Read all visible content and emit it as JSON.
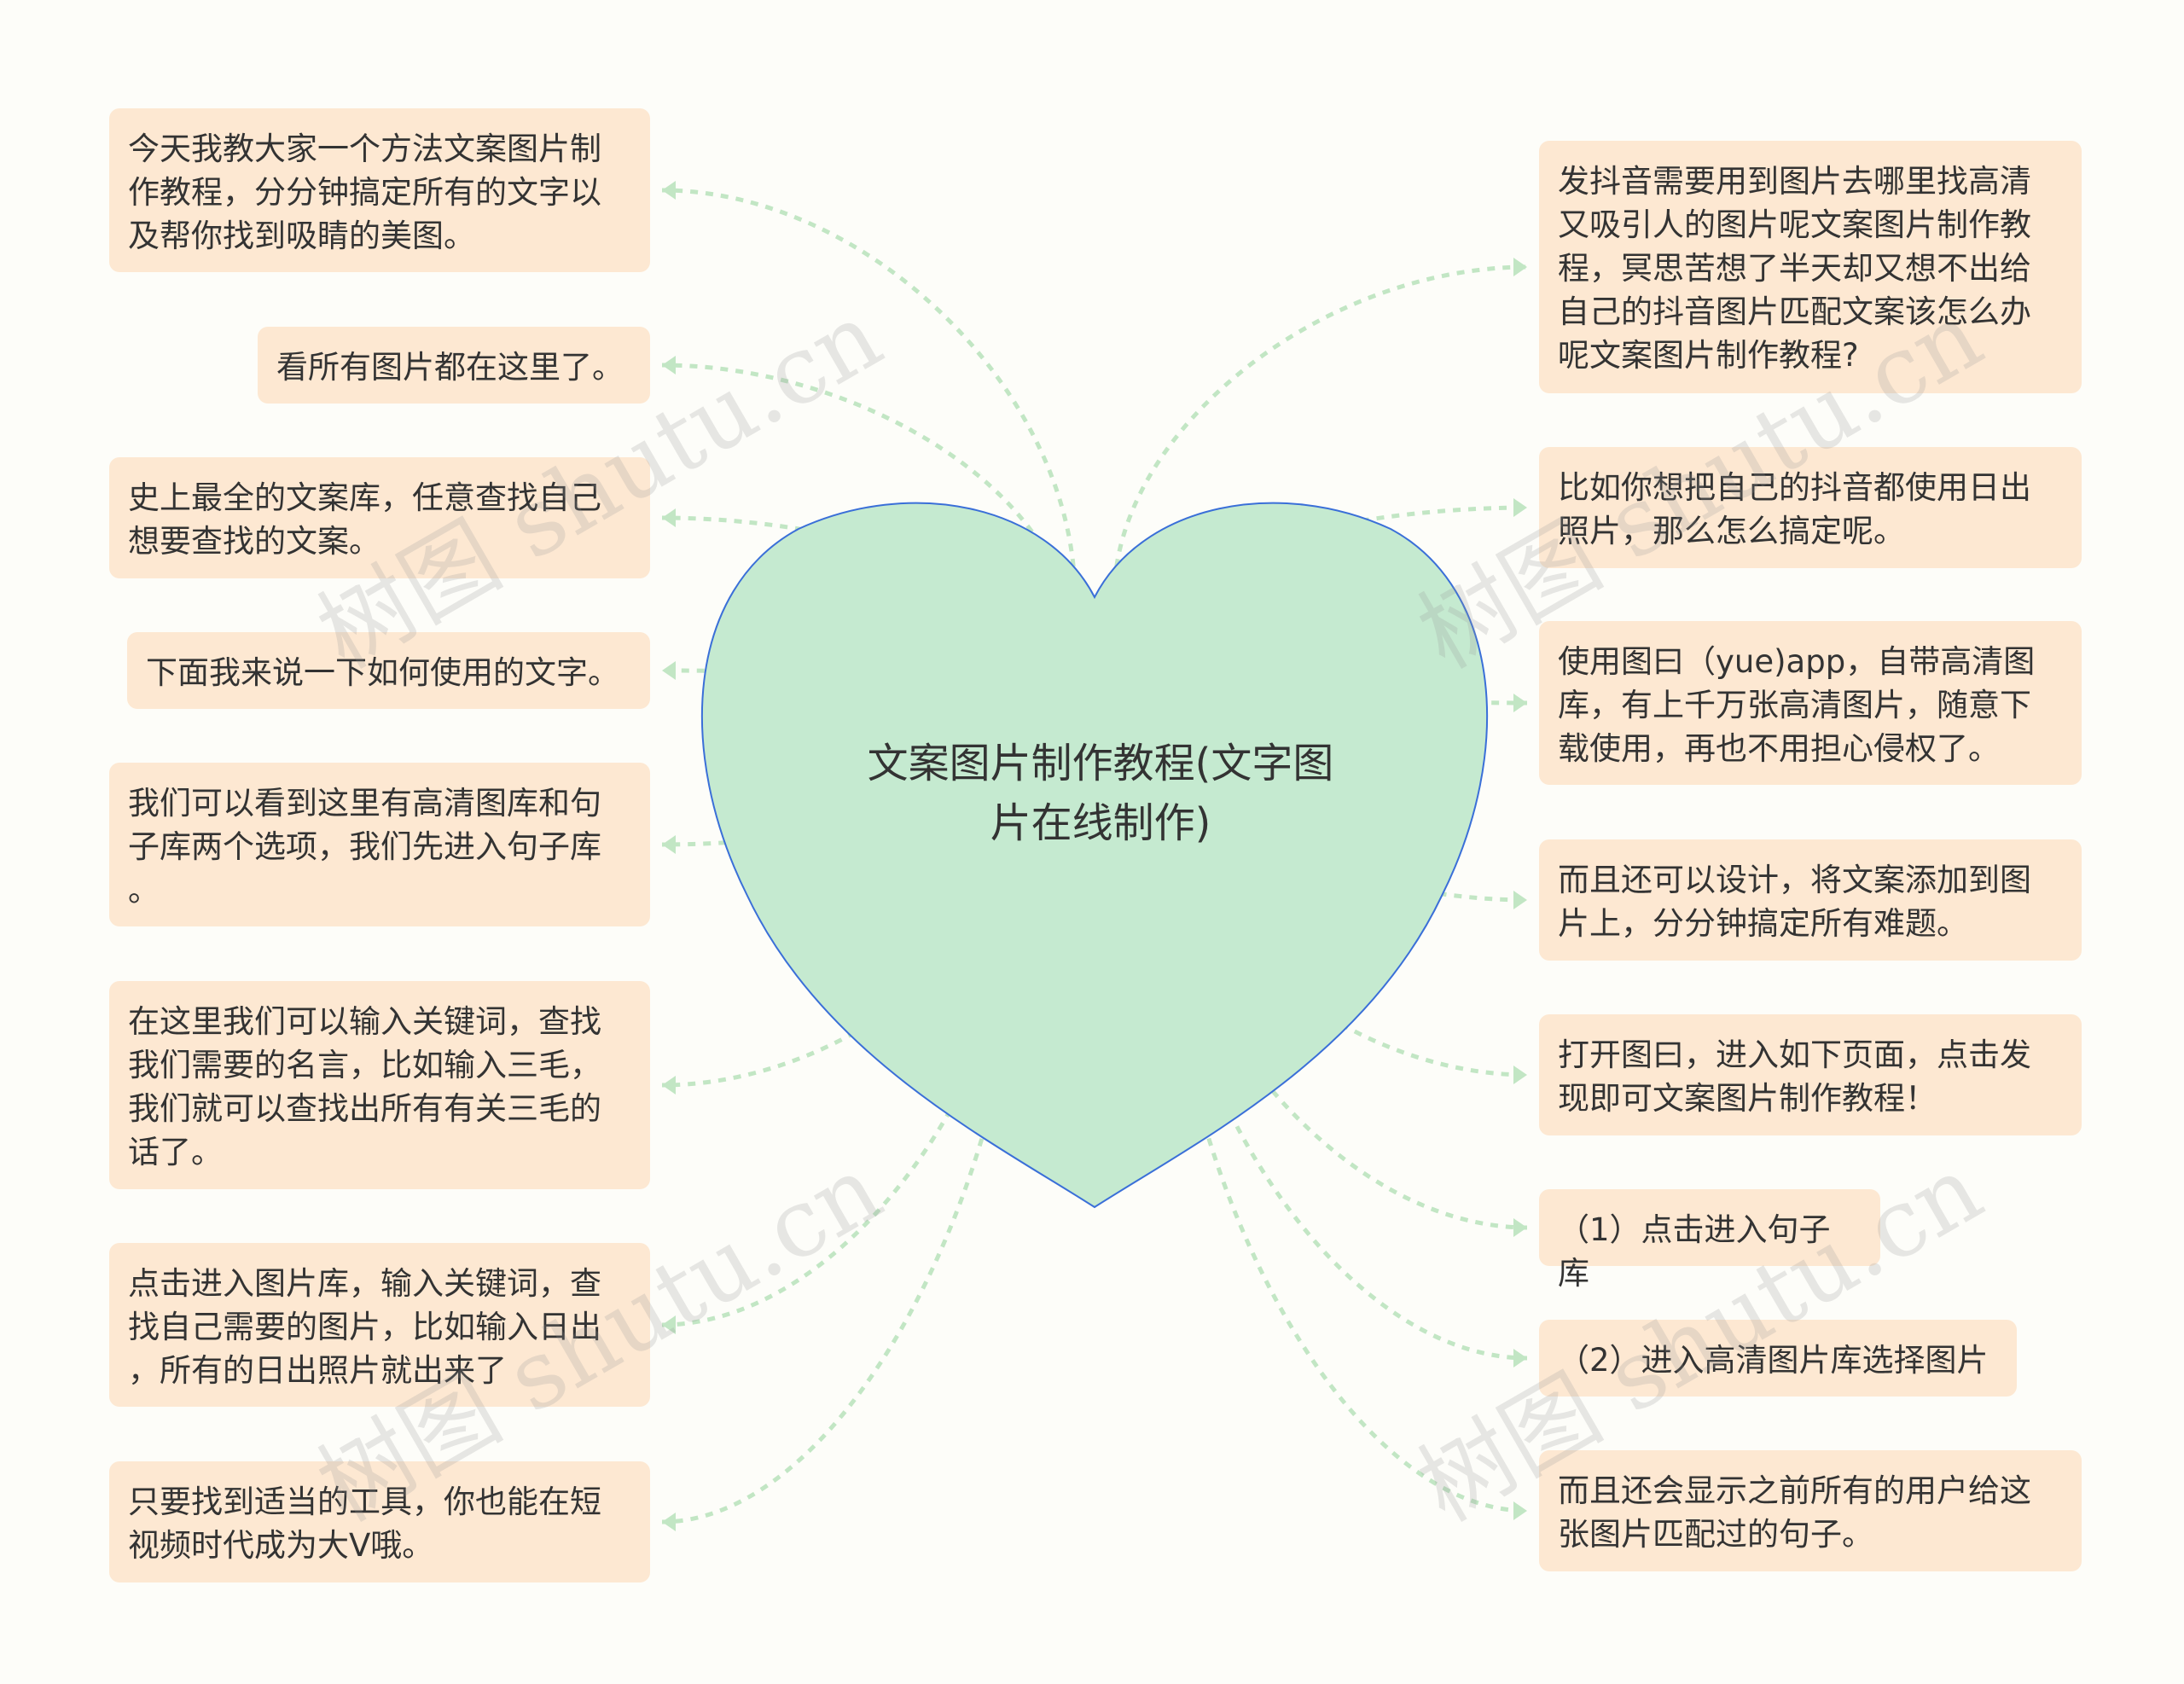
{
  "colors": {
    "background": "#fdfdf9",
    "node_fill": "#fde8d2",
    "heart_fill": "#c5ead0",
    "heart_stroke": "#3a6fd8",
    "connector": "#c2e6c4",
    "text": "#333333"
  },
  "center": {
    "title": "文案图片制作教程(文字图\n片在线制作)"
  },
  "left_nodes": [
    {
      "text": "今天我教大家一个方法文案图片制\n作教程，分分钟搞定所有的文字以\n及帮你找到吸睛的美图。"
    },
    {
      "text": "看所有图片都在这里了。"
    },
    {
      "text": "史上最全的文案库，任意查找自己\n想要查找的文案。"
    },
    {
      "text": "下面我来说一下如何使用的文字。"
    },
    {
      "text": "我们可以看到这里有高清图库和句\n子库两个选项，我们先进入句子库\n。"
    },
    {
      "text": "在这里我们可以输入关键词，查找\n我们需要的名言，比如输入三毛，\n我们就可以查找出所有有关三毛的\n话了。"
    },
    {
      "text": "点击进入图片库，输入关键词，查\n找自己需要的图片，比如输入日出\n，所有的日出照片就出来了"
    },
    {
      "text": "只要找到适当的工具，你也能在短\n视频时代成为大V哦。"
    }
  ],
  "right_nodes": [
    {
      "text": "发抖音需要用到图片去哪里找高清\n又吸引人的图片呢文案图片制作教\n程，冥思苦想了半天却又想不出给\n自己的抖音图片匹配文案该怎么办\n呢文案图片制作教程?"
    },
    {
      "text": "比如你想把自己的抖音都使用日出\n照片，那么怎么搞定呢。"
    },
    {
      "text": "使用图曰（yue)app，自带高清图\n库，有上千万张高清图片，随意下\n载使用，再也不用担心侵权了。"
    },
    {
      "text": "而且还可以设计，将文案添加到图\n片上，分分钟搞定所有难题。"
    },
    {
      "text": "打开图曰，进入如下页面，点击发\n现即可文案图片制作教程！"
    },
    {
      "text": "（1）点击进入句子库"
    },
    {
      "text": "（2）进入高清图片库选择图片"
    },
    {
      "text": "而且还会显示之前所有的用户给这\n张图片匹配过的句子。"
    }
  ],
  "watermark": "树图 shutu.cn"
}
